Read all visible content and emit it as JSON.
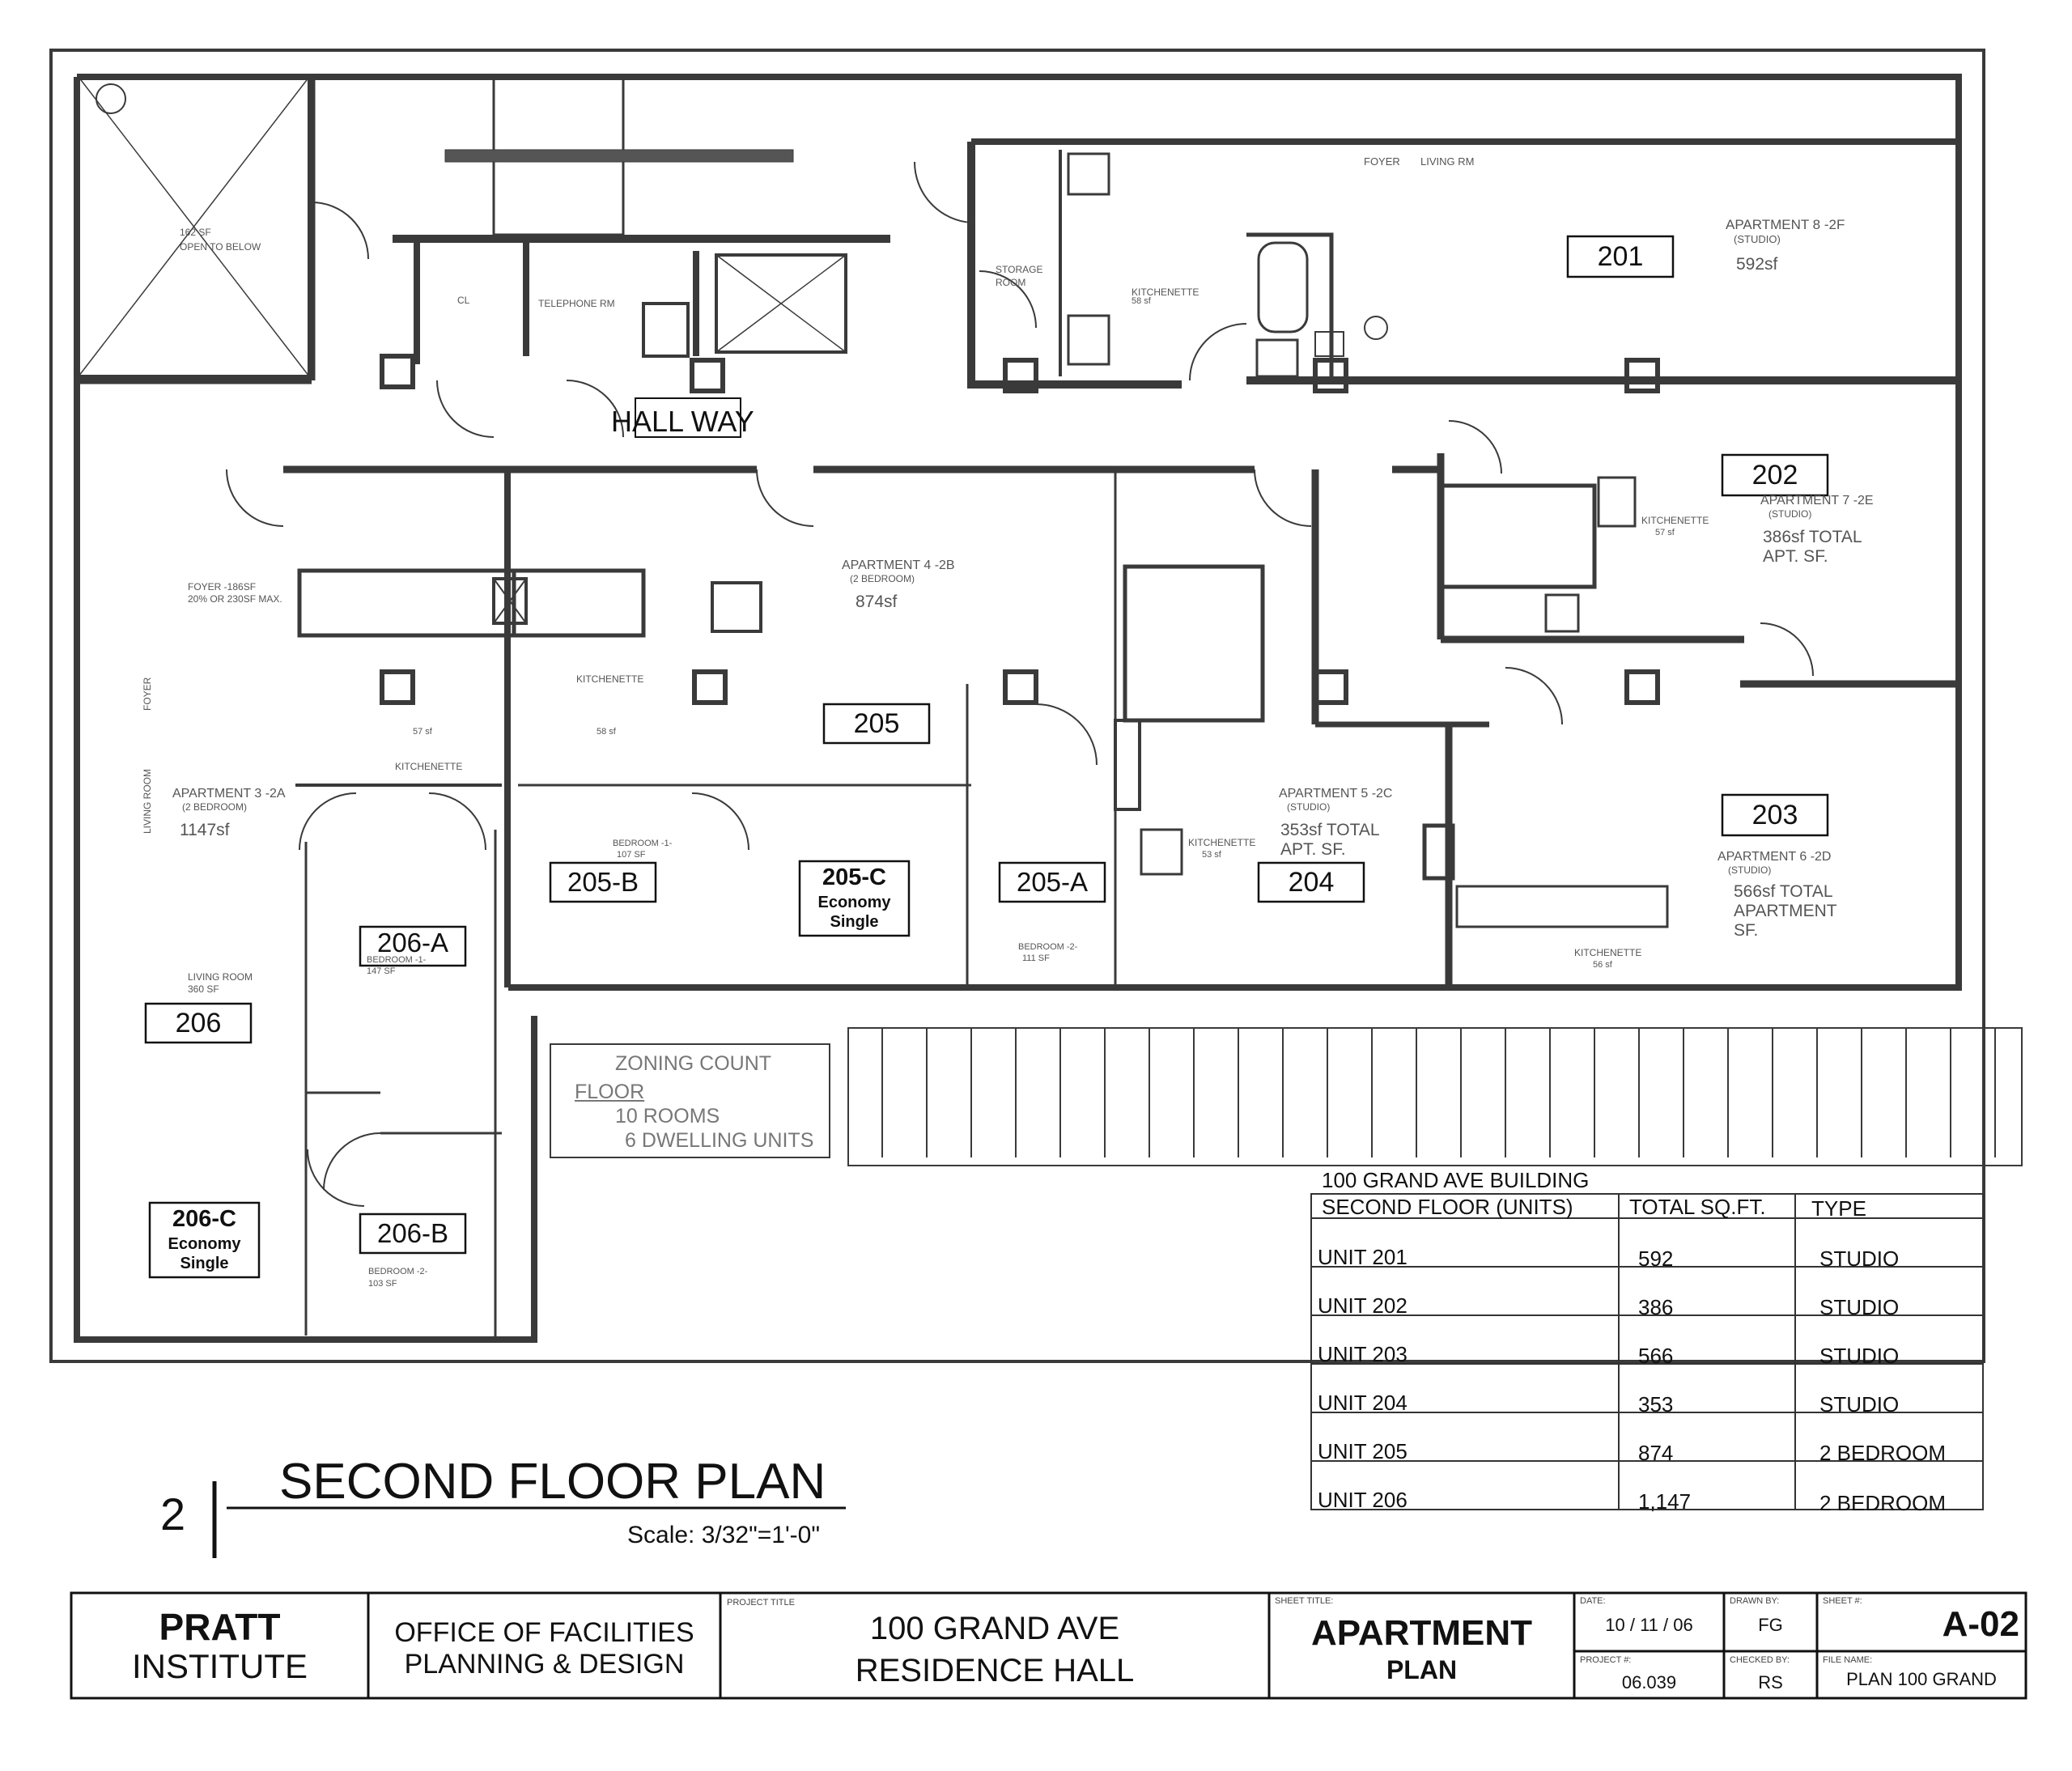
{
  "hallway": "HALL WAY",
  "upper_left": {
    "open_area": "162 SF",
    "open_note": "OPEN TO BELOW",
    "closet": "CL",
    "telephone": "TELEPHONE RM"
  },
  "apt8": {
    "unit": "201",
    "name": "APARTMENT 8  -2F",
    "type": "(STUDIO)",
    "area": "592sf",
    "foyer": "FOYER",
    "living": "LIVING RM",
    "storage1": "STORAGE",
    "storage2": "ROOM",
    "kitchenette": "KITCHENETTE",
    "kit_area": "58 sf"
  },
  "apt7": {
    "unit": "202",
    "name": "APARTMENT 7   -2E",
    "type": "(STUDIO)",
    "area1": "386sf TOTAL",
    "area2": "APT. SF.",
    "kitchenette": "KITCHENETTE",
    "kit_area": "57 sf"
  },
  "apt4": {
    "unit": "205",
    "name": "APARTMENT 4  -2B",
    "type": "(2 BEDROOM)",
    "area": "874sf",
    "kitchenette": "KITCHENETTE",
    "kit_area": "58 sf",
    "bed1": "BEDROOM -1-",
    "bed1_area": "107 SF",
    "bed2": "BEDROOM -2-",
    "bed2_area": "111 SF",
    "room_b": "205-B",
    "room_a": "205-A",
    "room_c": "205-C",
    "room_c_l1": "Economy",
    "room_c_l2": "Single"
  },
  "apt3": {
    "unit": "206",
    "name": "APARTMENT 3  -2A",
    "type": "(2 BEDROOM)",
    "area": "1147sf",
    "foyer_note1": "FOYER -186SF",
    "foyer_note2": "20% OR 230SF MAX.",
    "foyer": "FOYER",
    "living_side": "LIVING ROOM",
    "kitchenette": "KITCHENETTE",
    "kit_area": "57 sf",
    "living": "LIVING ROOM",
    "living_area": "360 SF",
    "bed1": "BEDROOM -1-",
    "bed1_area": "147 SF",
    "bed2": "BEDROOM -2-",
    "bed2_area": "103 SF",
    "room_a": "206-A",
    "room_b": "206-B",
    "room_c": "206-C",
    "room_c_l1": "Economy",
    "room_c_l2": "Single"
  },
  "apt5": {
    "unit": "204",
    "name": "APARTMENT 5 -2C",
    "type": "(STUDIO)",
    "area1": "353sf TOTAL",
    "area2": "APT. SF.",
    "kitchenette": "KITCHENETTE",
    "kit_area": "53 sf"
  },
  "apt6": {
    "unit": "203",
    "name": "APARTMENT 6   -2D",
    "type": "(STUDIO)",
    "area1": "566sf TOTAL",
    "area2": "APARTMENT",
    "area3": "SF.",
    "kitchenette": "KITCHENETTE",
    "kit_area": "56 sf"
  },
  "zoning": {
    "title": "ZONING COUNT",
    "floor": "FLOOR",
    "rooms": "10 ROOMS",
    "units": "6 DWELLING UNITS"
  },
  "schedule": {
    "building": "100 GRAND AVE BUILDING",
    "headers": [
      "SECOND FLOOR (UNITS)",
      "TOTAL SQ.FT.",
      "TYPE"
    ],
    "rows": [
      [
        "UNIT 201",
        "592",
        "STUDIO"
      ],
      [
        "UNIT 202",
        "386",
        "STUDIO"
      ],
      [
        "UNIT 203",
        "566",
        "STUDIO"
      ],
      [
        "UNIT 204",
        "353",
        "STUDIO"
      ],
      [
        "UNIT 205",
        "874",
        "2 BEDROOM"
      ],
      [
        "UNIT 206",
        "1,147",
        "2 BEDROOM"
      ]
    ]
  },
  "drawing": {
    "number": "2",
    "title": "SECOND FLOOR PLAN",
    "scale": "Scale: 3/32\"=1'-0\""
  },
  "titleblock": {
    "org1": "PRATT",
    "org2": "INSTITUTE",
    "office1": "OFFICE OF  FACILITIES",
    "office2": "PLANNING & DESIGN",
    "project_title_label": "PROJECT TITLE",
    "project1": "100 GRAND AVE",
    "project2": "RESIDENCE HALL",
    "sheet_title_label": "SHEET TITLE:",
    "sheet1": "APARTMENT",
    "sheet2": "PLAN",
    "date_label": "DATE:",
    "date": "10 / 11 / 06",
    "project_no_label": "PROJECT #:",
    "project_no": "06.039",
    "drawn_label": "DRAWN BY:",
    "drawn": "FG",
    "checked_label": "CHECKED BY:",
    "checked": "RS",
    "sheetno_label": "SHEET #:",
    "sheetno": "A-02",
    "file_label": "FILE NAME:",
    "file": "PLAN 100 GRAND"
  },
  "colors": {
    "line": "#111111",
    "wall": "#3a3a3a",
    "text": "#111111",
    "label": "#666666"
  }
}
